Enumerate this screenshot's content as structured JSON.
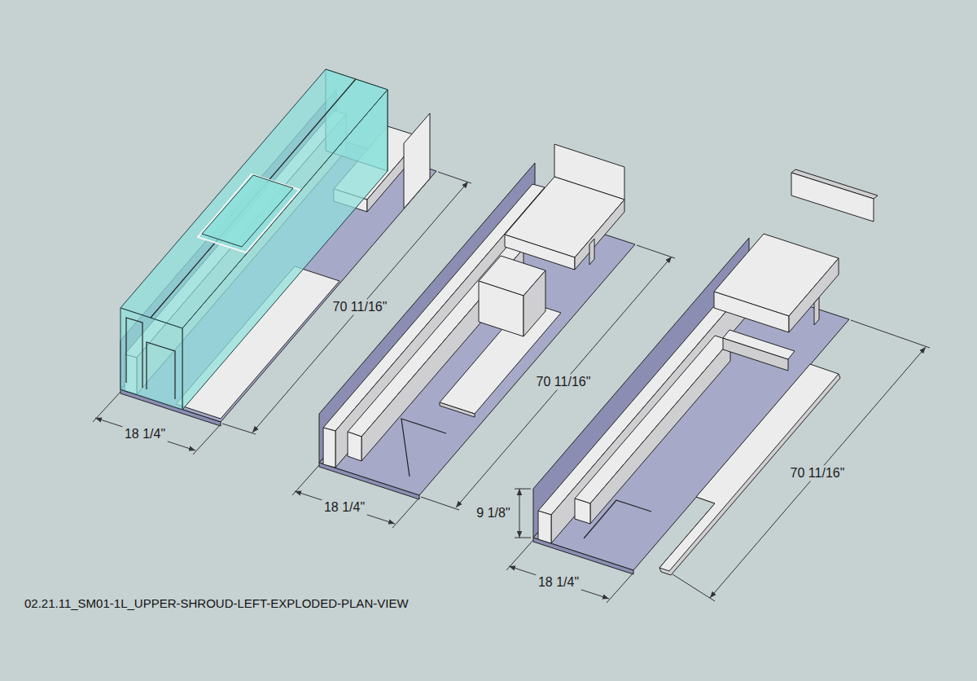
{
  "diagram": {
    "caption": "02.21.11_SM01-1L_UPPER-SHROUD-LEFT-EXPLODED-PLAN-VIEW",
    "labels": [
      "18 1/4\"",
      "70 11/16\"",
      "70 11/16\"",
      "18 1/4\"",
      "9 1/8\"",
      "18 1/4\"",
      "70 11/16\""
    ]
  }
}
